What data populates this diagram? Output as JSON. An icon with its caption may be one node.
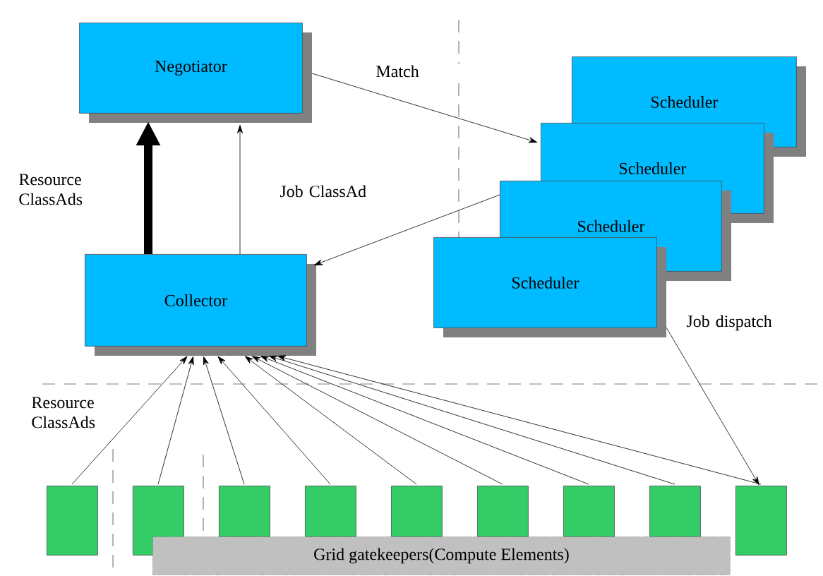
{
  "diagram": {
    "nodes": [
      {
        "text": [
          "Negotiator"
        ]
      },
      {
        "text": [
          "Collector"
        ]
      },
      {
        "text": [
          "Scheduler"
        ]
      },
      {
        "text": [
          "Scheduler"
        ]
      },
      {
        "text": [
          "Scheduler"
        ]
      },
      {
        "text": [
          "Scheduler"
        ]
      },
      {
        "text": [],
        "shape": "box"
      },
      {
        "text": [],
        "shape": "box"
      },
      {
        "text": [],
        "shape": "box"
      },
      {
        "text": [],
        "shape": "box"
      },
      {
        "text": [],
        "shape": "box"
      },
      {
        "text": [],
        "shape": "box"
      },
      {
        "text": [],
        "shape": "box"
      },
      {
        "text": [],
        "shape": "box"
      },
      {
        "text": [],
        "shape": "box"
      },
      {
        "text": [
          "Grid gatekeepers(Compute Elements)"
        ]
      }
    ],
    "edges": [
      {
        "from": 1,
        "to": 0,
        "arrow": "to",
        "style": "thick",
        "label": "Resource ClassAds"
      },
      {
        "from": 1,
        "to": 0,
        "arrow": "to"
      },
      {
        "from": 0,
        "to": 3,
        "arrow": "to",
        "label": "Match"
      },
      {
        "from": 4,
        "to": 1,
        "arrow": "to",
        "label": "Job ClassAd"
      },
      {
        "from": 5,
        "to": 14,
        "arrow": "to",
        "label": "Job dispatch"
      },
      {
        "from": 6,
        "to": 1,
        "arrow": "to"
      },
      {
        "from": 7,
        "to": 1,
        "arrow": "to"
      },
      {
        "from": 8,
        "to": 1,
        "arrow": "to"
      },
      {
        "from": 9,
        "to": 1,
        "arrow": "to"
      },
      {
        "from": 10,
        "to": 1,
        "arrow": "to"
      },
      {
        "from": 11,
        "to": 1,
        "arrow": "to"
      },
      {
        "from": 12,
        "to": 1,
        "arrow": "to"
      },
      {
        "from": 13,
        "to": 1,
        "arrow": "to"
      },
      {
        "from": 14,
        "to": 1,
        "arrow": "to"
      }
    ],
    "labels": [
      "Resource ClassAds"
    ]
  }
}
